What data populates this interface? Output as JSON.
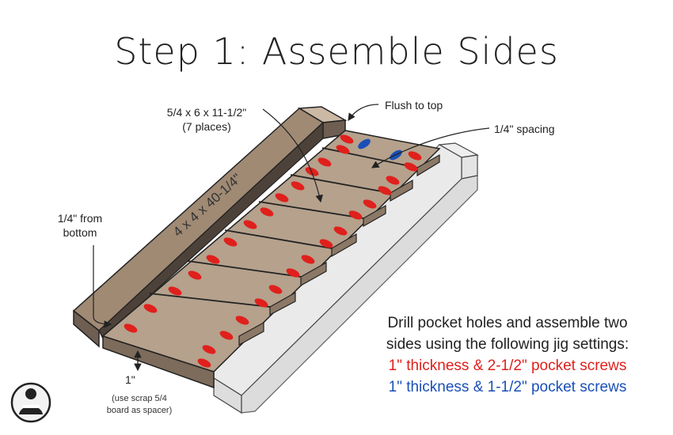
{
  "title": "Step 1: Assemble Sides",
  "callouts": {
    "board_size": "5/4 x 6 x 11-1/2\"",
    "board_places": "(7 places)",
    "flush": "Flush to top",
    "spacing": "1/4\" spacing",
    "from_bottom_1": "1/4\" from",
    "from_bottom_2": "bottom",
    "post_label": "4 x 4 x 40-1/4\"",
    "spacer_dim": "1\"",
    "spacer_note_1": "(use scrap 5/4",
    "spacer_note_2": "board as spacer)"
  },
  "instructions": {
    "line1": "Drill pocket holes and assemble two",
    "line2": "sides using the following jig settings:",
    "red_setting": "1\" thickness & 2-1/2\" pocket screws",
    "blue_setting": "1\" thickness & 1-1/2\" pocket screws"
  },
  "colors": {
    "red_hole": "#e0201c",
    "blue_hole": "#1a4fb8",
    "wood_top": "#b5a18c",
    "wood_front": "#6e5f52",
    "glass": "#d9d9d9"
  },
  "logo": "woodworker-logo-icon"
}
